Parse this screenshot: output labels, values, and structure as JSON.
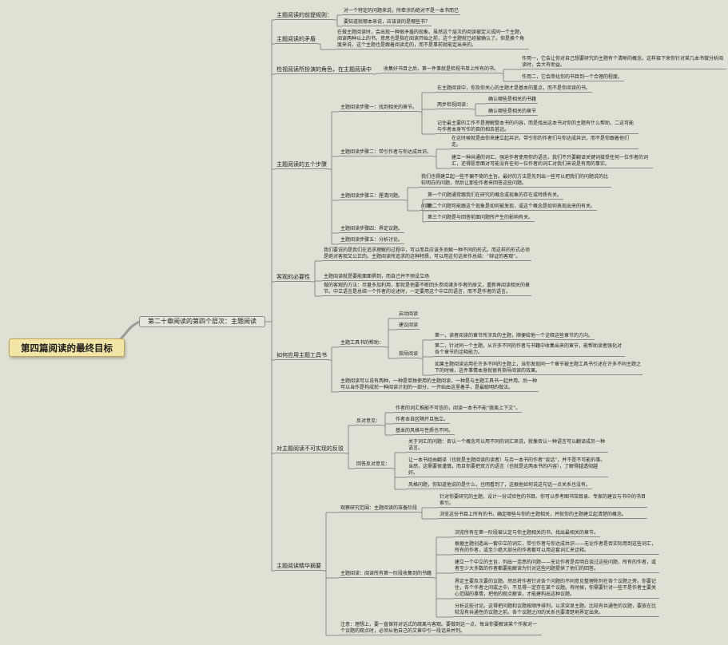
{
  "root": "第四篇阅读的最终目标",
  "chapter": "第二十章阅读的第四个层次：主题阅读",
  "groups": [
    {
      "id": "g1",
      "label": "主题阅读的前提规则：",
      "children": [
        {
          "id": "g1c1",
          "text": "对一个特定的问题来说，所牵涉的绝对不是一本书而已"
        },
        {
          "id": "g1c2",
          "text": "要知道就哪本来说，应该读的是哪些书？"
        }
      ]
    },
    {
      "id": "g2",
      "label": "主题阅读的矛盾",
      "children": [
        {
          "id": "g2c1",
          "text": "在做主题阅读时，会出现一种很矛盾的现象。虽然这个层次的阅读被定义成同一个主题，阅读两种以上的书，意思也是指在阅读开始之前，这个主题就已经被确认了。但是换个角度来说，这个主题也是跟着阅读走的，而不是事前就能定出来的。"
        }
      ]
    },
    {
      "id": "g3",
      "label": "检视阅读所扮演的角色，在主题阅读中",
      "children": [
        {
          "id": "g3c1",
          "text": "收集好书目之后，第一件事就是检视书单上所有的书。",
          "children": [
            {
              "id": "g3c1a",
              "text": "作用一，它会让你对自己想要研究的主题有个清晰的概念，这样接下来你针对某几本书做分析阅读时，会大有助益。"
            },
            {
              "id": "g3c1b",
              "text": "作用二，它会简化你的书目到一个合理的程度。"
            }
          ]
        }
      ]
    },
    {
      "id": "g4",
      "label": "主题阅读的五个步骤",
      "children": [
        {
          "id": "s1",
          "text": "主题阅读步骤一：找到相关的章节。",
          "children": [
            {
              "id": "s1a",
              "text": "在主题阅读中，你及你关心的主题才是基本的重点，而不是你阅读的书。"
            },
            {
              "id": "s1b",
              "text": "两步检视阅读：",
              "children": [
                {
                  "id": "s1b1",
                  "text": "确认哪些是相关的书籍"
                },
                {
                  "id": "s1b2",
                  "text": "确认哪些是相关的章节"
                }
              ]
            },
            {
              "id": "s1c",
              "text": "记住最主要的工作不是理解整本书的内容，而是找出这本书对你的主题有什么帮助，二这可能与作者本身写作的目的相去甚远。"
            }
          ]
        },
        {
          "id": "s2",
          "text": "主题阅读步骤二：带引作者与你达成共识。",
          "children": [
            {
              "id": "s2a",
              "text": "在这时候就是由你来建立起共识，带引你的作者们与你达成共识，而不是你跟着他们走。"
            },
            {
              "id": "s2b",
              "text": "建立一种共通的词汇，强迫作者使用你的语言。我们不只要翻译关键词接受任何一位作者的词汇，还得愿意面对可能没有任何一位作者的词汇对我们来说是有用的事实。"
            }
          ]
        },
        {
          "id": "s3",
          "text": "主题阅读步骤三：厘清问题。",
          "children": [
            {
              "id": "s3a",
              "text": "我们也得建立起一些不偏不倚的主旨。最好的方法是先列出一些可以把我们的问题说的比较明白的问题，然后让那些作者来回答这些问题。"
            },
            {
              "id": "s3b",
              "text": "问题：",
              "children": [
                {
                  "id": "s3b1",
                  "text": "第一个问题通常跟我们在研究的概念或现象的存在或特质有关。"
                },
                {
                  "id": "s3b2",
                  "text": "第二个问题可能跟这个现象是如何被发现，或这个概念是如何表现出来的有关。"
                },
                {
                  "id": "s3b3",
                  "text": "第三个问题是与回答前面问题所产生的影响有关。"
                }
              ]
            }
          ]
        },
        {
          "id": "s4",
          "text": "主题阅读步骤四：界定议题。"
        },
        {
          "id": "s5",
          "text": "主题阅读步骤五：分析讨论。"
        }
      ]
    },
    {
      "id": "g5",
      "label": "客观的必要性",
      "children": [
        {
          "id": "g5c1",
          "text": "我们要说的是我们在追求理解的过程中，可以而且应该多贡献一种不同的形式。而这样的形式必须是绝对客观又公正的。主题阅读所追求的这种特质，可以用这句话来作总结：“辩证的客观”。"
        },
        {
          "id": "g5c2",
          "text": "主题阅读就是要能面面俱到，而自己并不预设立场"
        },
        {
          "id": "g5c3",
          "text": "做的客观的方法：尽量多加利用，那就是他要不断回头参阅诸多作者的原文，重新再阅读相关的章节。中立语言是总结一个作者的论述时，一定要用这个中立的语言，而不是作者的语言。"
        }
      ]
    },
    {
      "id": "g6",
      "label": "如何应用主题工具书",
      "children": [
        {
          "id": "g6c1",
          "text": "主题工具书的帮助：",
          "children": [
            {
              "id": "g6c1a",
              "text": "启动阅读"
            },
            {
              "id": "g6c1b",
              "text": "建议阅读"
            },
            {
              "id": "g6c1c",
              "text": "指导阅读",
              "children": [
                {
                  "id": "g6c1c1",
                  "text": "第一，读者阅读的章节所涉及的主题，顺便给他一个诠释这些章节的方向。"
                },
                {
                  "id": "g6c1c2",
                  "text": "第二，针对同一个主题，从许多不同的作者与书籍中收集出来的章节，能帮助读者强化对各个章节的诠释能力。"
                },
                {
                  "id": "g6c1c3",
                  "text": "如果主题阅读运用在许多不同的主题上，当你发现同一个章节被主题工具书引述在许多不同主题之下的时候，这件事情本身就很有指导阅读的效果。"
                }
              ]
            }
          ]
        },
        {
          "id": "g6c2",
          "text": "主题阅读可以说有两种，一种是单独使用的主题阅读，一种是与主题工具书一起并用。后一种可以当作是构成前一种阅读计划的一部分，一开始由这里着手，是最聪明的做法。"
        }
      ]
    },
    {
      "id": "g7",
      "label": "对主题阅读不可实现的反驳",
      "children": [
        {
          "id": "g7c1",
          "text": "反对意见：",
          "children": [
            {
              "id": "g7c1a",
              "text": "作者的词汇推敲不可信的，阅读一本书不能“脱离上下文”。"
            },
            {
              "id": "g7c1b",
              "text": "作者本自区隔开且独立。"
            },
            {
              "id": "g7c1c",
              "text": "基本的风格与性质也不同。"
            }
          ]
        },
        {
          "id": "g7c2",
          "text": "回答反对意见：",
          "children": [
            {
              "id": "g7c2a",
              "text": "关于词汇的问题：否认一个概念可以用不同的词汇来说，就像否认一种语言可以翻译成另一种语言。"
            },
            {
              "id": "g7c2b",
              "text": "让一本书经由翻译（也就是主题阅读的读者）与另一本书的作者“谈话”，并不是不可能的事。当然，这需要很谨慎，而且你要把双方的语言（也就是这两本书的内容），了解得越透彻越好。"
            },
            {
              "id": "g7c2c",
              "text": "风格问题，你知道他说的是什么，也明看到了，这根他如何说这句话一点关系也没有。"
            }
          ]
        }
      ]
    },
    {
      "id": "g8",
      "label": "主题阅读精华摘要",
      "children": [
        {
          "id": "g8c1",
          "text": "观察研究范围：主题阅读的准备阶段",
          "children": [
            {
              "id": "g8c1a",
              "text": "针对你要研究的主题，设计一份试验性的书目。你可以参考图书馆目录、专家的建议与书中的书目索引。"
            },
            {
              "id": "g8c1b",
              "text": "浏览这份书目上所有的书，确定哪些与你的主题相关，并就你的主题建立起清楚的概念。"
            }
          ]
        },
        {
          "id": "g8c2",
          "text": "主题阅读：阅读所有第一阶段收集到的书籍",
          "children": [
            {
              "id": "g8c2a",
              "text": "浏览所有在第一阶段被认定与你主题相关的书，找出最相关的章节。"
            },
            {
              "id": "g8c2b",
              "text": "根据主题创造出一套中立的词汇，带引作者与你达成共识——无论作者是否实际用到这些词汇，所有的作者，或至少绝大部分的作者都可以用这套词汇来诠释。"
            },
            {
              "id": "g8c2c",
              "text": "建立一个中立的主旨，列出一连串的问题——无论作者是否明白谈过这些问题，所有的作者，或者至少大多数的作者都要能解读为针对这些问题提供了他们的回答。"
            },
            {
              "id": "g8c2d",
              "text": "界定主要及次要的议题。然后将作者针对各个问题的不同意见整理陈列在各个议题之旁。你要记住，各个作者之间或之中，不见得一定存在某个议题。有时候，你需要针对一些不是作者主要关心范围的事情，把他的观点解读，才能建构出这种议题。"
            },
            {
              "id": "g8c2e",
              "text": "分析这些讨论。这得把问题和议题按顺序排列，以求突显主题。比较有共通性的议题，要放在比较没有共通性的议题之前。各个议题之间的关系也要清楚地界定出来。"
            }
          ]
        },
        {
          "id": "g8c3",
          "text": "注意：理想上，要一直保持对话式的疏离与客观。要做到这一点，每当你要解读某个作家对一个议题的观点时，必须从他自己的文章中引一段话来并列。"
        }
      ]
    }
  ]
}
